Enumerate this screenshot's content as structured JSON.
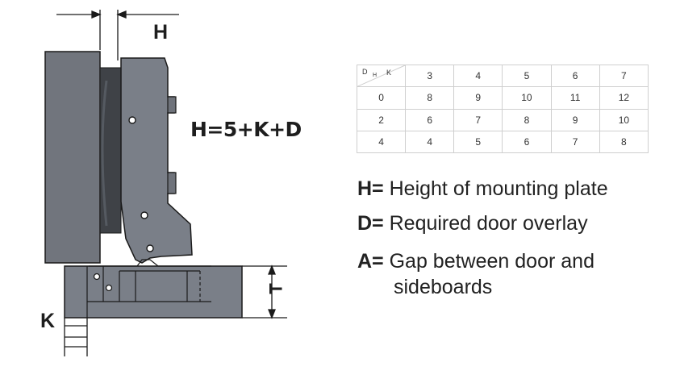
{
  "labels": {
    "h": "H",
    "k": "K",
    "t": "T",
    "formula": "H=5+K+D"
  },
  "table": {
    "corner": {
      "d": "D",
      "h": "H",
      "k": "K"
    },
    "columns": [
      "3",
      "4",
      "5",
      "6",
      "7"
    ],
    "rows": [
      {
        "d": "0",
        "values": [
          "8",
          "9",
          "10",
          "11",
          "12"
        ]
      },
      {
        "d": "2",
        "values": [
          "6",
          "7",
          "8",
          "9",
          "10"
        ]
      },
      {
        "d": "4",
        "values": [
          "4",
          "5",
          "6",
          "7",
          "8"
        ]
      }
    ]
  },
  "legend": [
    {
      "key": "H=",
      "text": "Height of mounting plate"
    },
    {
      "key": "D=",
      "text": "Required door overlay"
    },
    {
      "key": "A=",
      "text": "Gap between door and",
      "text2": "sideboards"
    }
  ],
  "colors": {
    "metal": "#7a7f88",
    "metal_dark": "#5f646c",
    "door": "#6f737b",
    "gasket": "#3f4247",
    "line": "#1a1a1a"
  }
}
